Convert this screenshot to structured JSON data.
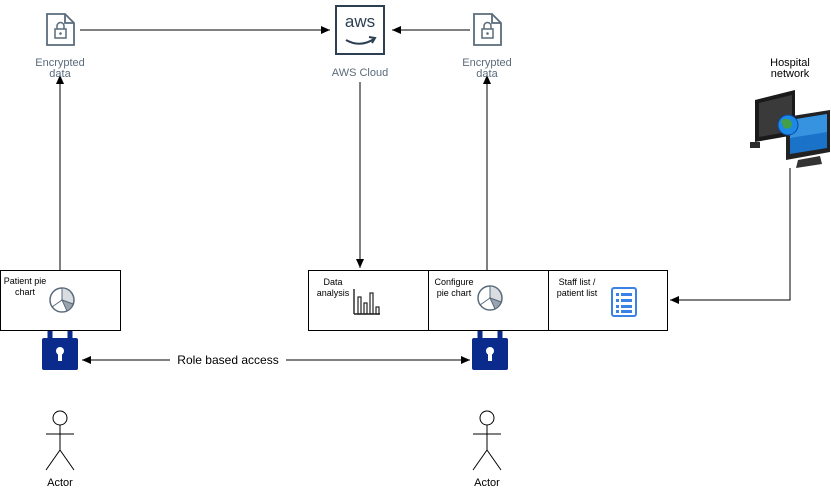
{
  "nodes": {
    "encrypted_left": {
      "label_line1": "Encrypted",
      "label_line2": "data"
    },
    "aws": {
      "label": "AWS Cloud",
      "logo_text": "aws"
    },
    "encrypted_right": {
      "label_line1": "Encrypted",
      "label_line2": "data"
    },
    "hospital": {
      "label_line1": "Hospital",
      "label_line2": "network"
    },
    "patient_box": {
      "label_line1": "Patient pie",
      "label_line2": "chart"
    },
    "dashboard": {
      "data_analysis": {
        "line1": "Data",
        "line2": "analysis"
      },
      "configure": {
        "line1": "Configure",
        "line2": "pie chart"
      },
      "staff": {
        "line1": "Staff list /",
        "line2": "patient list"
      }
    },
    "role_access": {
      "label": "Role based access"
    },
    "actor_left": {
      "label": "Actor"
    },
    "actor_right": {
      "label": "Actor"
    }
  },
  "colors": {
    "lock": "#0a2a8c",
    "icon_gray": "#5a6b7b",
    "list_icon": "#3b82e6"
  }
}
